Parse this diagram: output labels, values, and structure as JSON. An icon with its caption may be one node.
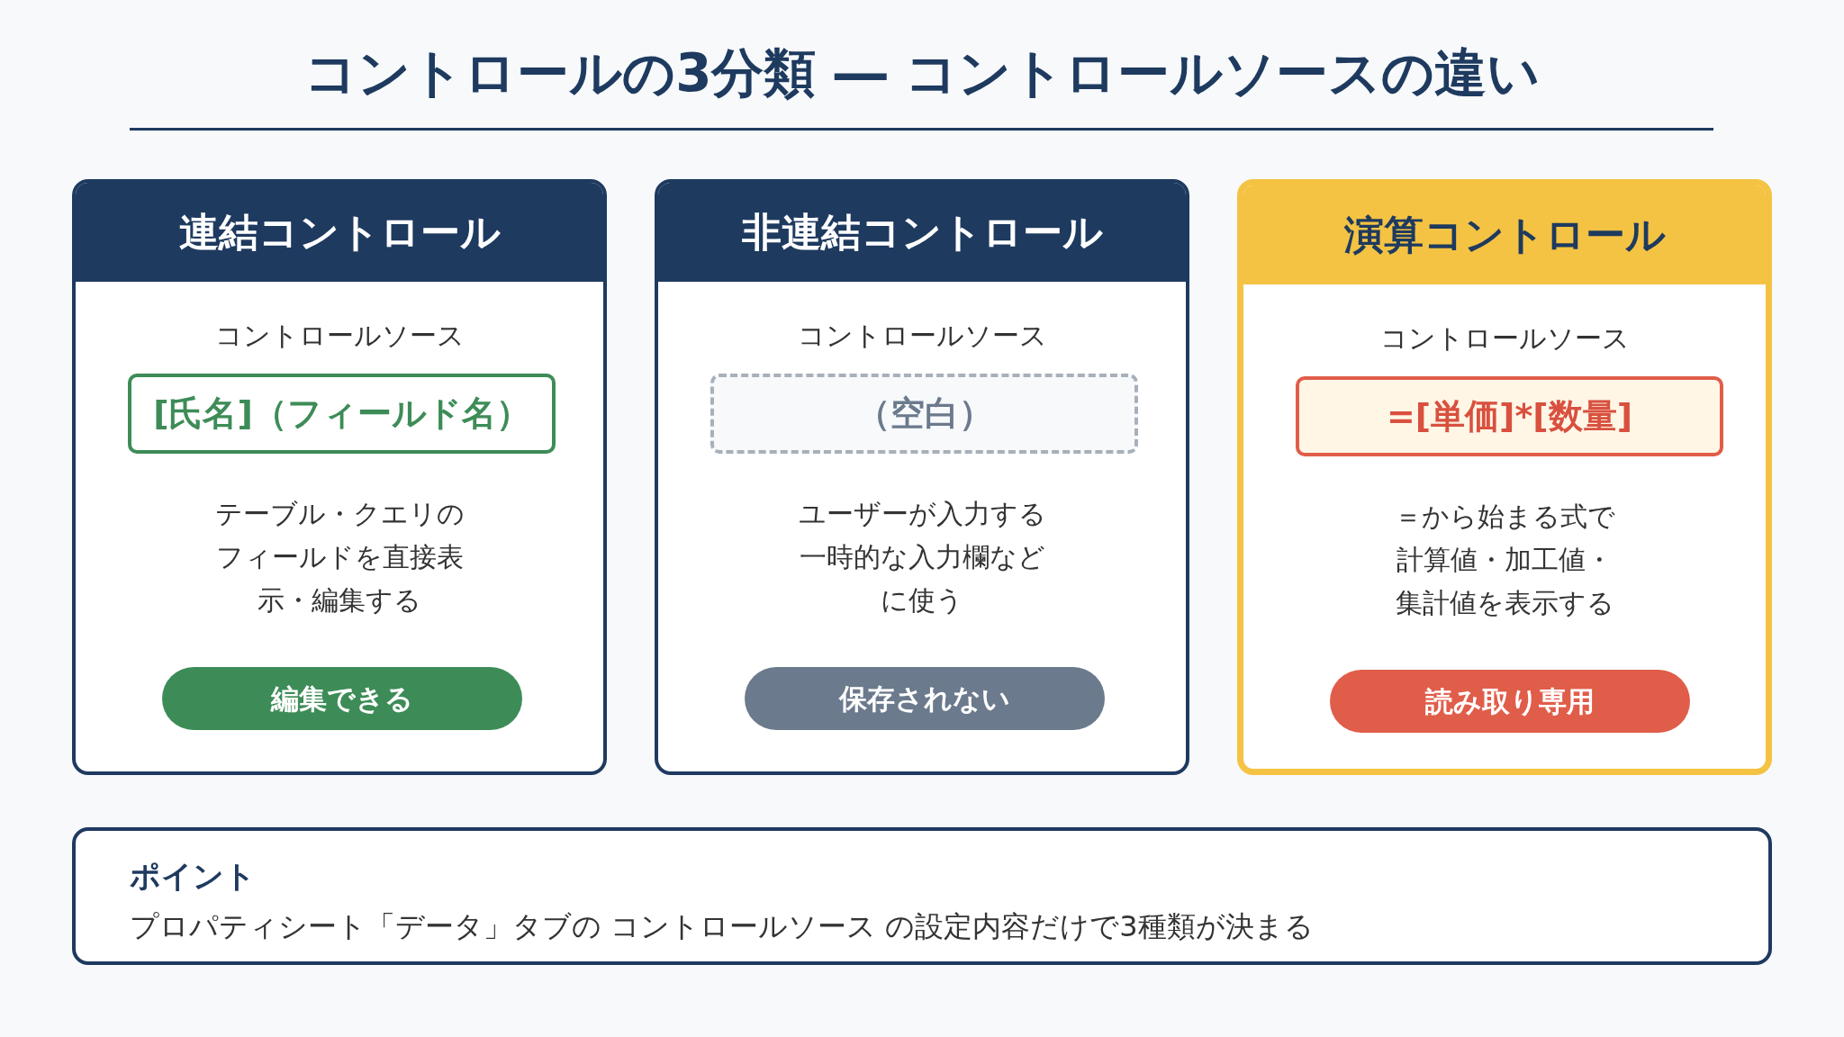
{
  "diagram": {
    "title": "コントロールの3分類 ― コントロールソースの違い",
    "nodes": [
      {
        "text": [
          "連結コントロール",
          "コントロールソース",
          "テーブル・クエリのフィールドを直接表示・編集する"
        ]
      },
      {
        "text": [
          "[氏名]（フィールド名）"
        ],
        "in": 0
      },
      {
        "text": [
          "編集できる"
        ],
        "in": 0
      },
      {
        "text": [
          "非連結コントロール",
          "コントロールソース",
          "ユーザーが入力する一時的な入力欄などに使う"
        ]
      },
      {
        "text": [
          "（空白）"
        ],
        "in": 3
      },
      {
        "text": [
          "保存されない"
        ],
        "in": 3
      },
      {
        "text": [
          "演算コントロール",
          "コントロールソース",
          "＝から始まる式で計算値・加工値・集計値を表示する"
        ]
      },
      {
        "text": [
          "=[単価]*[数量]"
        ],
        "in": 6
      },
      {
        "text": [
          "読み取り専用"
        ],
        "in": 6
      },
      {
        "text": [
          "ポイント",
          "プロパティシート「データ」タブの コントロールソース の設定内容だけで3種類が決まる"
        ]
      }
    ],
    "edges": []
  }
}
